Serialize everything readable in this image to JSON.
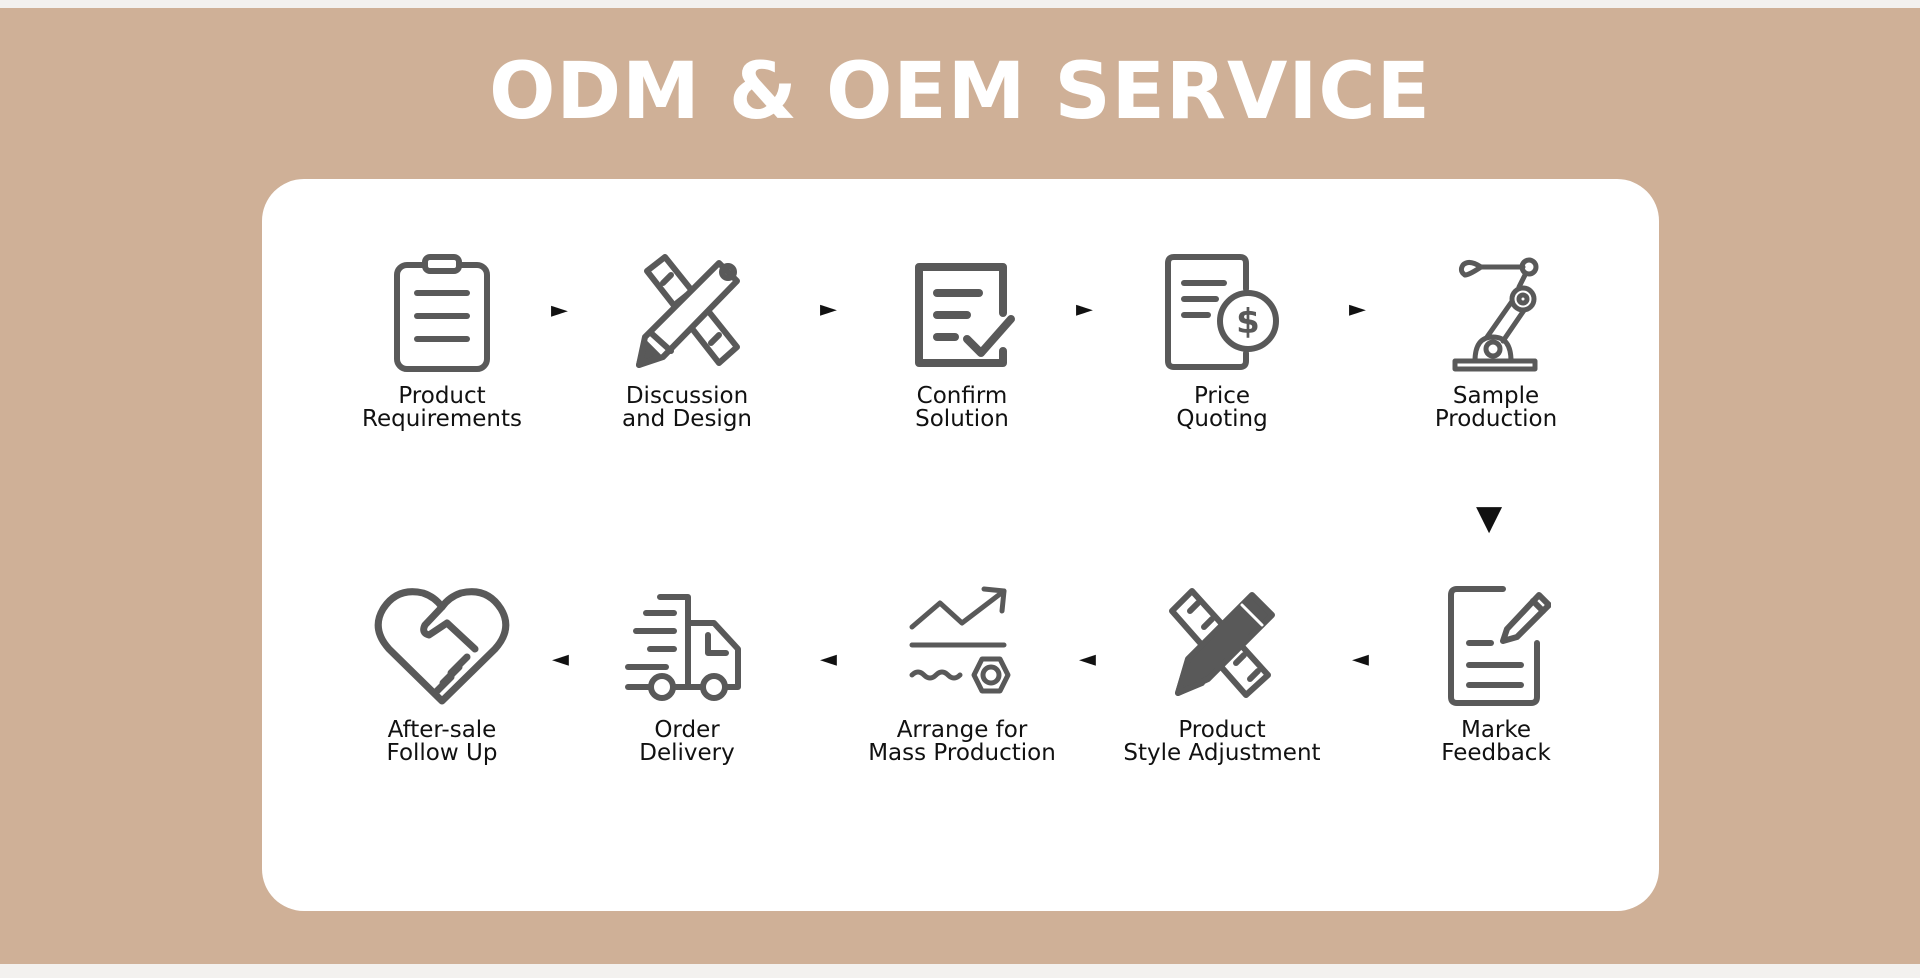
{
  "title": "ODM & OEM SERVICE",
  "colors": {
    "banner": "#cfb097",
    "card": "#ffffff",
    "icon": "#595959",
    "text": "#111111"
  },
  "steps": [
    {
      "icon": "clipboard-icon",
      "line1": "Product",
      "line2": "Requirements"
    },
    {
      "icon": "ruler-pencil-icon",
      "line1": "Discussion",
      "line2": "and Design"
    },
    {
      "icon": "checklist-icon",
      "line1": "Confirm",
      "line2": "Solution"
    },
    {
      "icon": "invoice-dollar-icon",
      "line1": "Price",
      "line2": "Quoting"
    },
    {
      "icon": "robot-arm-icon",
      "line1": "Sample",
      "line2": "Production"
    },
    {
      "icon": "document-edit-icon",
      "line1": "Marke",
      "line2": "Feedback"
    },
    {
      "icon": "pencil-ruler-icon",
      "line1": "Product",
      "line2": "Style Adjustment"
    },
    {
      "icon": "chart-gear-icon",
      "line1": "Arrange for",
      "line2": "Mass Production"
    },
    {
      "icon": "delivery-truck-icon",
      "line1": "Order",
      "line2": "Delivery"
    },
    {
      "icon": "heart-handshake-icon",
      "line1": "After-sale",
      "line2": "Follow Up"
    }
  ],
  "arrows": {
    "right": "►",
    "left": "◄",
    "down": "▼"
  }
}
